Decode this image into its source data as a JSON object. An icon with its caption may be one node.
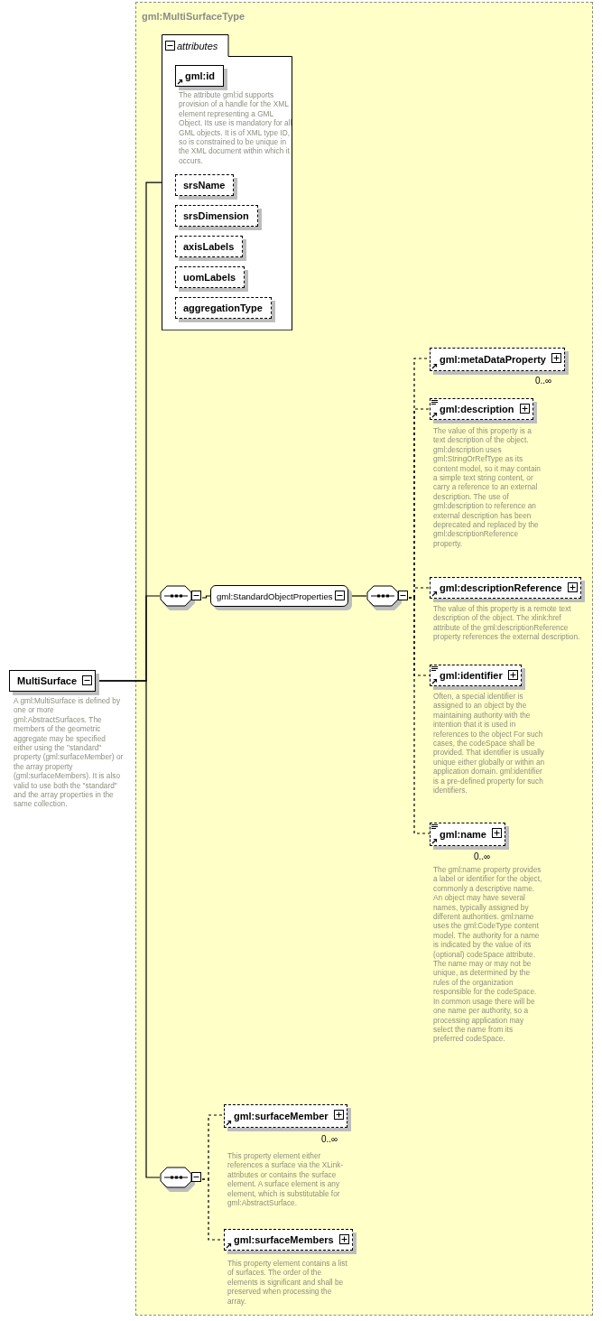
{
  "diagram": {
    "nodes": [
      {
        "text": [
          "gml:MultiSurfaceType"
        ]
      },
      {
        "text": [
          "attributes"
        ],
        "in": 0
      },
      {
        "text": [
          "gml:id"
        ],
        "in": 1,
        "beside": [
          "The attribute gml:id supports provision of a handle for the XML element representing a GML Object. Its use is mandatory for all GML objects. It is of XML type ID, so is constrained to be unique in the XML document within which it occurs."
        ]
      },
      {
        "text": [
          "srsName"
        ],
        "in": 1
      },
      {
        "text": [
          "srsDimension"
        ],
        "in": 1
      },
      {
        "text": [
          "axisLabels"
        ],
        "in": 1
      },
      {
        "text": [
          "uomLabels"
        ],
        "in": 1
      },
      {
        "text": [
          "aggregationType"
        ],
        "in": 1
      },
      {
        "text": [
          "MultiSurface"
        ],
        "beside": [
          "A gml:MultiSurface is defined by one or more gml:AbstractSurfaces. The members of the geometric aggregate may be specified either using the \"standard\" property (gml:surfaceMember) or the array property (gml:surfaceMembers). It is also valid to use both the \"standard\" and the array properties in the same collection."
        ]
      },
      {
        "text": [],
        "shape": "octagon",
        "in": 0
      },
      {
        "text": [
          "gml:StandardObjectProperties"
        ],
        "in": 0
      },
      {
        "text": [],
        "shape": "octagon",
        "in": 0
      },
      {
        "text": [
          "gml:metaDataProperty"
        ],
        "in": 0,
        "beside": [
          "0..∞"
        ]
      },
      {
        "text": [
          "gml:description"
        ],
        "in": 0,
        "beside": [
          "The value of this property is a text description of the object. gml:description uses gml:StringOrRefType as its content model, so it may contain a simple text string content, or carry a reference to an external description. The use of gml:description to reference an external description has been deprecated and replaced by the gml:descriptionReference property."
        ]
      },
      {
        "text": [
          "gml:descriptionReference"
        ],
        "in": 0,
        "beside": [
          "The value of this property is a remote text description of the object. The xlink:href attribute of the gml:descriptionReference property references the external description."
        ]
      },
      {
        "text": [
          "gml:identifier"
        ],
        "in": 0,
        "beside": [
          "Often, a special identifier is assigned to an object by the maintaining authority with the intention that it is used in references to the object For such cases, the codeSpace shall be provided. That identifier is usually unique either globally or within an application domain. gml:identifier is a pre-defined property for such identifiers."
        ]
      },
      {
        "text": [
          "gml:name"
        ],
        "in": 0,
        "beside": [
          "0..∞",
          "The gml:name property provides a label or identifier for the object, commonly a descriptive name. An object may have several names, typically assigned by different authorities. gml:name uses the gml:CodeType content model.  The authority for a name is indicated by the value of its (optional) codeSpace attribute.  The name may or may not be unique, as determined by the rules of the organization responsible for the codeSpace.  In common usage there will be one name per authority, so a processing application may select the name from its preferred codeSpace."
        ]
      },
      {
        "text": [],
        "shape": "octagon",
        "in": 0
      },
      {
        "text": [
          "gml:surfaceMember"
        ],
        "in": 0,
        "beside": [
          "0..∞",
          "This property element either references a surface via the XLink-attributes or contains the surface element. A surface element is any element, which is substitutable for gml:AbstractSurface."
        ]
      },
      {
        "text": [
          "gml:surfaceMembers"
        ],
        "in": 0,
        "beside": [
          "This property element contains a list of surfaces. The order of the elements is significant and shall be preserved when processing the array."
        ]
      }
    ],
    "edges": [
      {
        "from": 8,
        "to": 1,
        "arrow": "none"
      },
      {
        "from": 8,
        "to": 9,
        "arrow": "none"
      },
      {
        "from": 8,
        "to": 17,
        "arrow": "none"
      },
      {
        "from": 9,
        "to": 10,
        "arrow": "none"
      },
      {
        "from": 10,
        "to": 11,
        "arrow": "none"
      },
      {
        "from": 11,
        "to": 12,
        "arrow": "none",
        "style": "dashed"
      },
      {
        "from": 11,
        "to": 13,
        "arrow": "none",
        "style": "dashed"
      },
      {
        "from": 11,
        "to": 14,
        "arrow": "none",
        "style": "dashed"
      },
      {
        "from": 11,
        "to": 15,
        "arrow": "none",
        "style": "dashed"
      },
      {
        "from": 11,
        "to": 16,
        "arrow": "none",
        "style": "dashed"
      },
      {
        "from": 17,
        "to": 18,
        "arrow": "none",
        "style": "dashed"
      },
      {
        "from": 17,
        "to": 19,
        "arrow": "none",
        "style": "dashed"
      }
    ]
  }
}
